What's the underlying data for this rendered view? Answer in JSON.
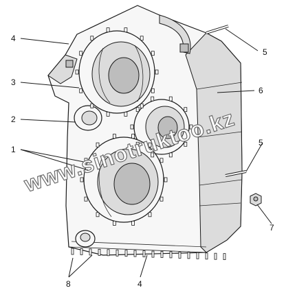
{
  "callouts": [
    {
      "id": "c4a",
      "text": "4"
    },
    {
      "id": "c3",
      "text": "3"
    },
    {
      "id": "c2",
      "text": "2"
    },
    {
      "id": "c1",
      "text": "1"
    },
    {
      "id": "c5a",
      "text": "5"
    },
    {
      "id": "c6",
      "text": "6"
    },
    {
      "id": "c5b",
      "text": "5"
    },
    {
      "id": "c7",
      "text": "7"
    },
    {
      "id": "c8",
      "text": "8"
    },
    {
      "id": "c4b",
      "text": "4"
    }
  ],
  "watermark": "www.sinotruktoo.kz"
}
